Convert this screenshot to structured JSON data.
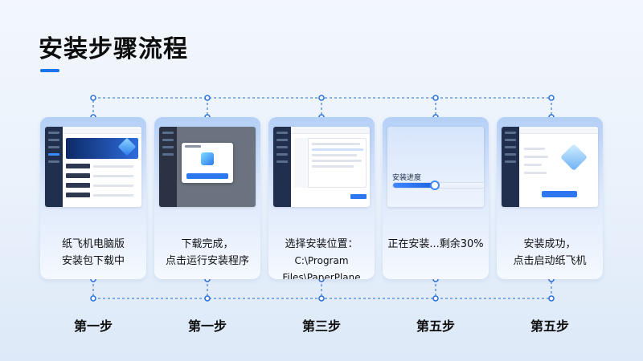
{
  "title": "安装步骤流程",
  "cards": [
    {
      "text_line1": "纸飞机电脑版",
      "text_line2": "安装包下载中",
      "step": "第一步"
    },
    {
      "text_line1": "下载完成，",
      "text_line2": "点击运行安装程序",
      "step": "第一步"
    },
    {
      "text_line1": "选择安装位置：",
      "text_line2": "C:\\Program Files\\PaperPlane",
      "step": "第三步"
    },
    {
      "text_line1": "正在安装...剩余30%",
      "text_line2": "",
      "step": "第五步",
      "progress_label": "安装进度",
      "progress_fraction": 0.45
    },
    {
      "text_line1": "安装成功，",
      "text_line2": "点击启动纸飞机",
      "step": "第五步"
    }
  ],
  "colors": {
    "accent": "#1a73e8",
    "connector": "#4a86d8"
  },
  "icons": [
    "app-window-icon",
    "dialog-icon",
    "folder-list-icon",
    "progress-bar-icon",
    "success-cube-icon"
  ]
}
